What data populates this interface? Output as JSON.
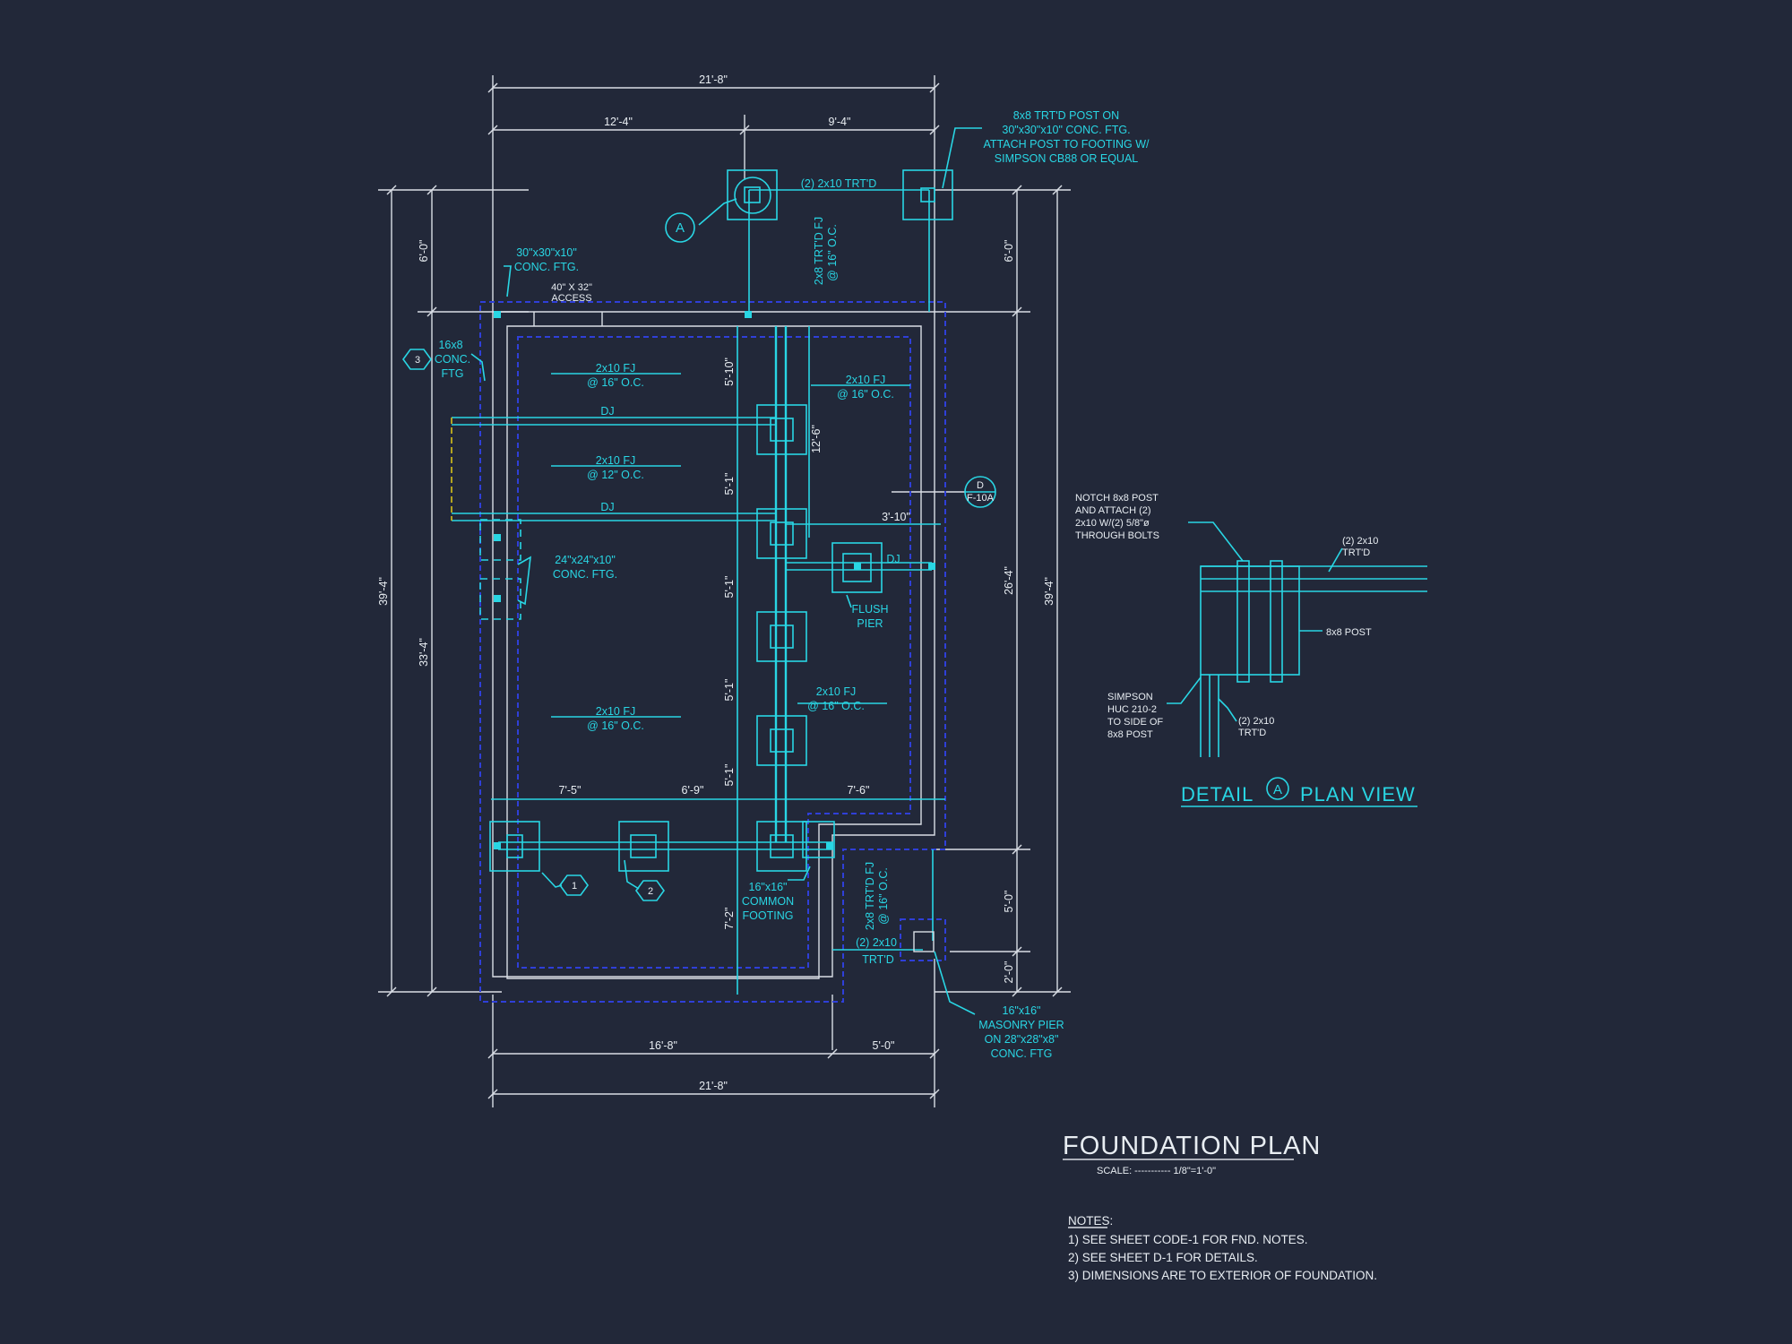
{
  "drawing": {
    "title": "FOUNDATION PLAN",
    "scale": "SCALE: ----------- 1/8\"=1'-0\"",
    "notes_heading": "NOTES:",
    "notes": [
      "1)  SEE SHEET CODE-1 FOR FND. NOTES.",
      "2)  SEE SHEET D-1 FOR DETAILS.",
      "3)  DIMENSIONS ARE TO EXTERIOR OF FOUNDATION."
    ],
    "detail_title_pre": "DETAIL",
    "detail_marker": "A",
    "detail_title_post": "PLAN VIEW"
  },
  "dimensions": {
    "top_overall": "21'-8\"",
    "top_left": "12'-4\"",
    "top_right": "9'-4\"",
    "bottom_left": "16'-8\"",
    "bottom_right": "5'-0\"",
    "bottom_overall": "21'-8\"",
    "left_overall": "39'-4\"",
    "left_lower": "33'-4\"",
    "left_upper": "6'-0\"",
    "right_overall": "39'-4\"",
    "right_upper": "6'-0\"",
    "right_mid": "26'-4\"",
    "right_lower1": "5'-0\"",
    "right_lower2": "2'-0\"",
    "int_5_10": "5'-10\"",
    "int_5_1_a": "5'-1\"",
    "int_5_1_b": "5'-1\"",
    "int_5_1_c": "5'-1\"",
    "int_5_1_d": "5'-1\"",
    "int_7_2": "7'-2\"",
    "int_12_6": "12'-6\"",
    "int_3_10": "3'-10\"",
    "row_7_5": "7'-5\"",
    "row_6_9": "6'-9\"",
    "row_7_6": "7'-6\""
  },
  "labels": {
    "post_note": [
      "8x8 TRT'D POST ON",
      "30\"x30\"x10\" CONC. FTG.",
      "ATTACH POST TO FOOTING W/",
      "SIMPSON CB88 OR EQUAL"
    ],
    "beam_top": "(2) 2x10  TRT'D",
    "ftg_30": [
      "30\"x30\"x10\"",
      "CONC. FTG."
    ],
    "access": [
      "40\" X 32\"",
      "ACCESS"
    ],
    "trtd_fj_top": [
      "2x8 TRT'D FJ",
      "@ 16\" O.C."
    ],
    "conc_16x8": [
      "16x8",
      "CONC.",
      "FTG"
    ],
    "fj1": [
      "2x10 FJ",
      "@ 16\" O.C."
    ],
    "fj2": [
      "2x10 FJ",
      "@ 12\" O.C."
    ],
    "fj3": [
      "2x10 FJ",
      "@ 16\" O.C."
    ],
    "fj4": [
      "2x10 FJ",
      "@ 16\" O.C."
    ],
    "fj5": [
      "2x10 FJ",
      "@ 16\" O.C."
    ],
    "dj1": "DJ",
    "dj2": "DJ",
    "dj3": "DJ",
    "ftg_24": [
      "24\"x24\"x10\"",
      "CONC. FTG."
    ],
    "flush_pier": [
      "FLUSH",
      "PIER"
    ],
    "common_footing": [
      "16\"x16\"",
      "COMMON",
      "FOOTING"
    ],
    "trtd_fj_bot": [
      "2x8 TRT'D FJ",
      "@ 16\" O.C."
    ],
    "beam_bot": [
      "(2) 2x10",
      "TRT'D"
    ],
    "masonry_pier": [
      "16\"x16\"",
      "MASONRY PIER",
      "ON 28\"x28\"x8\"",
      "CONC. FTG"
    ],
    "section_ref_top": "D",
    "section_ref_bot": "F-10A",
    "tag_a": "A",
    "tag_1": "1",
    "tag_2": "2",
    "tag_3": "3"
  },
  "detail_labels": {
    "notch": [
      "NOTCH 8x8 POST",
      "AND ATTACH (2)",
      "2x10 W/(2) 5/8\"ø",
      "THROUGH BOLTS"
    ],
    "trtd_top": [
      "(2) 2x10",
      "TRT'D"
    ],
    "post": "8x8 POST",
    "simpson": [
      "SIMPSON",
      "HUC 210-2",
      "TO SIDE OF",
      "8x8 POST"
    ],
    "trtd_bot": [
      "(2) 2x10",
      "TRT'D"
    ]
  }
}
